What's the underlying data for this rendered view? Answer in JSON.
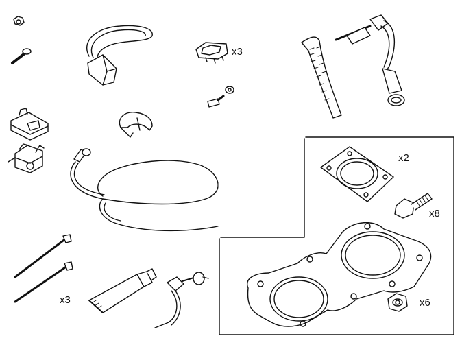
{
  "figure": {
    "quantity_labels": {
      "retainer_clip": "x3",
      "square_gasket": "x2",
      "flange_bolt": "x8",
      "flange_nut": "x6",
      "cable_ties": "x3"
    }
  }
}
